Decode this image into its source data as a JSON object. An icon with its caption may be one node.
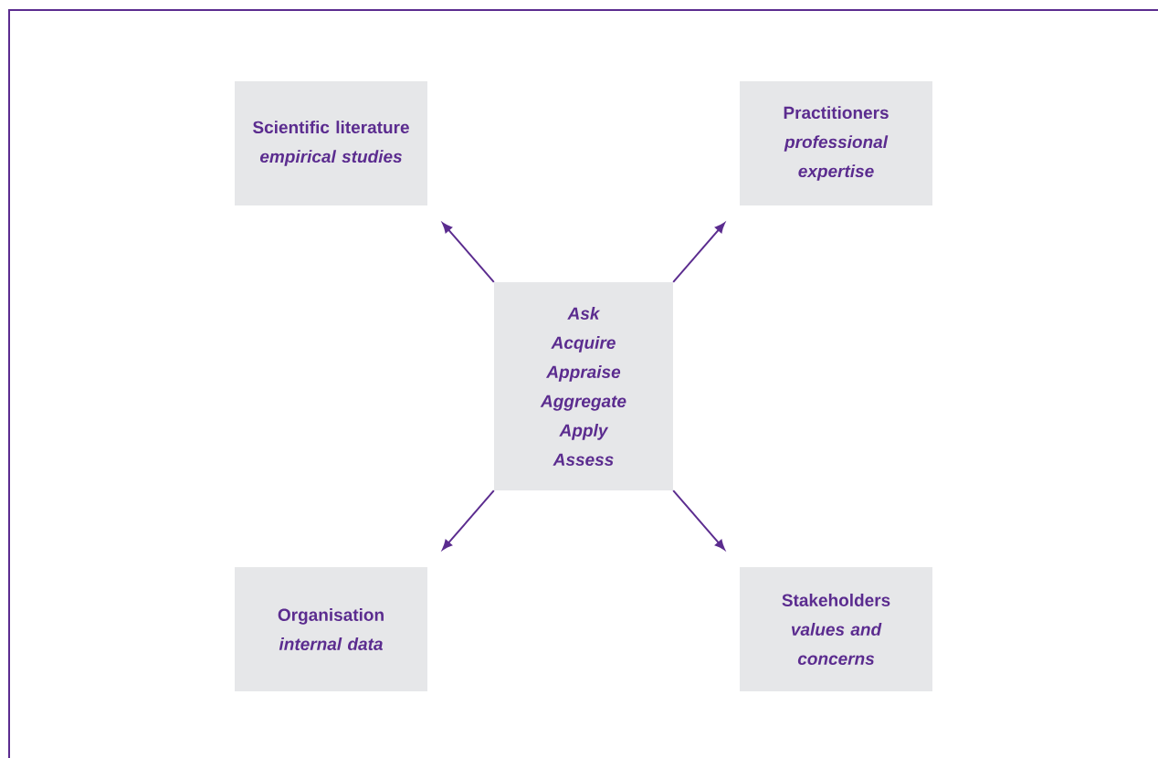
{
  "diagram": {
    "nodes": [
      {
        "text": [
          "Scientific literature",
          "empirical studies"
        ]
      },
      {
        "text": [
          "Practitioners",
          "professional expertise"
        ]
      },
      {
        "text": [
          "Ask",
          "Acquire",
          "Appraise",
          "Aggregate",
          "Apply",
          "Assess"
        ]
      },
      {
        "text": [
          "Organisation",
          "internal data"
        ]
      },
      {
        "text": [
          "Stakeholders",
          "values and concerns"
        ]
      }
    ],
    "edges": [
      {
        "from": 2,
        "to": 0,
        "arrow": "to"
      },
      {
        "from": 2,
        "to": 1,
        "arrow": "to"
      },
      {
        "from": 2,
        "to": 3,
        "arrow": "to"
      },
      {
        "from": 2,
        "to": 4,
        "arrow": "to"
      }
    ]
  }
}
